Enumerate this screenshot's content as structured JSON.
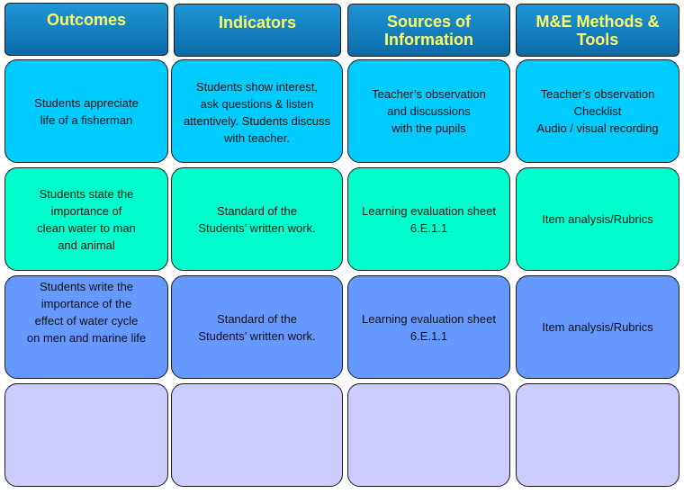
{
  "headers": [
    "Outcomes",
    "Indicators",
    "Sources of\nInformation",
    "M&E Methods &\nTools"
  ],
  "rows": [
    [
      "Students appreciate\nlife of a fisherman",
      "Students show interest,\nask questions & listen\nattentively. Students discuss\nwith teacher.",
      "Teacher’s observation\nand discussions\nwith the pupils",
      "Teacher’s observation\nChecklist\nAudio / visual recording"
    ],
    [
      "Students state the\nimportance of\nclean water to man\nand animal",
      "Standard of the\nStudents’ written work.",
      "Learning evaluation sheet\n6.E.1.1",
      "Item analysis/Rubrics"
    ],
    [
      "Students write the\nimportance of the\neffect of water cycle\non men and marine life",
      "Standard of the\nStudents’ written work.",
      "Learning evaluation sheet\n6.E.1.1",
      "Item analysis/Rubrics"
    ],
    [
      "",
      "",
      "",
      ""
    ]
  ],
  "colors": {
    "header": "#0b6aa8",
    "header_text": "#ffff66",
    "row1": "#00ccff",
    "row2": "#00ffcc",
    "row3": "#6699ff",
    "row4": "#ccccff"
  }
}
